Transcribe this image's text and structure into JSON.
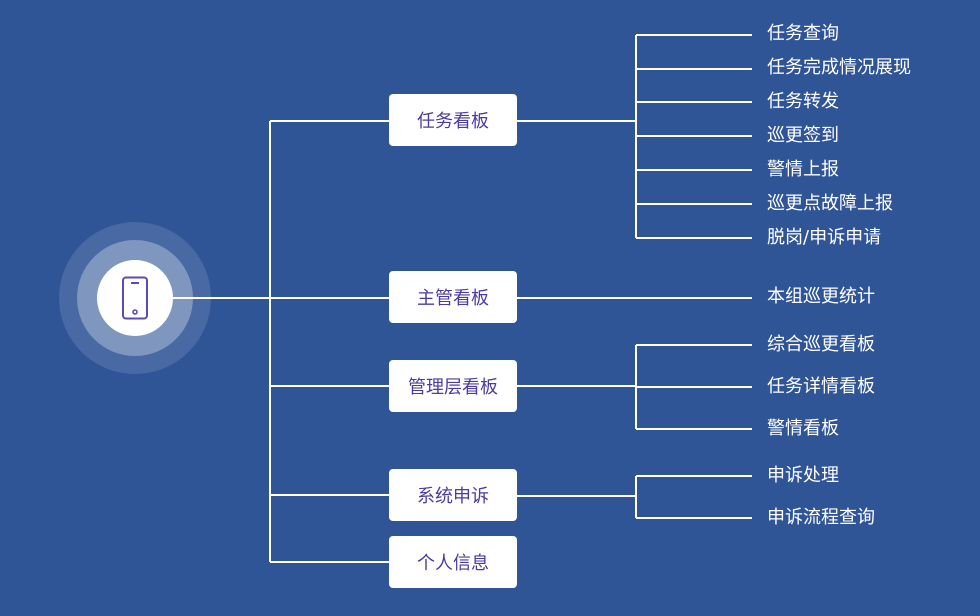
{
  "diagram": {
    "root": {
      "icon": "smartphone-icon"
    },
    "colors": {
      "background": "#2f5597",
      "node_text": "#4a3ca0",
      "line": "#ffffff"
    },
    "branches": [
      {
        "label": "任务看板",
        "children": [
          "任务查询",
          "任务完成情况展现",
          "任务转发",
          "巡更签到",
          "警情上报",
          "巡更点故障上报",
          "脱岗/申诉申请"
        ]
      },
      {
        "label": "主管看板",
        "children": [
          "本组巡更统计"
        ]
      },
      {
        "label": "管理层看板",
        "children": [
          "综合巡更看板",
          "任务详情看板",
          "警情看板"
        ]
      },
      {
        "label": "系统申诉",
        "children": [
          "申诉处理",
          "申诉流程查询"
        ]
      },
      {
        "label": "个人信息",
        "children": []
      }
    ]
  }
}
